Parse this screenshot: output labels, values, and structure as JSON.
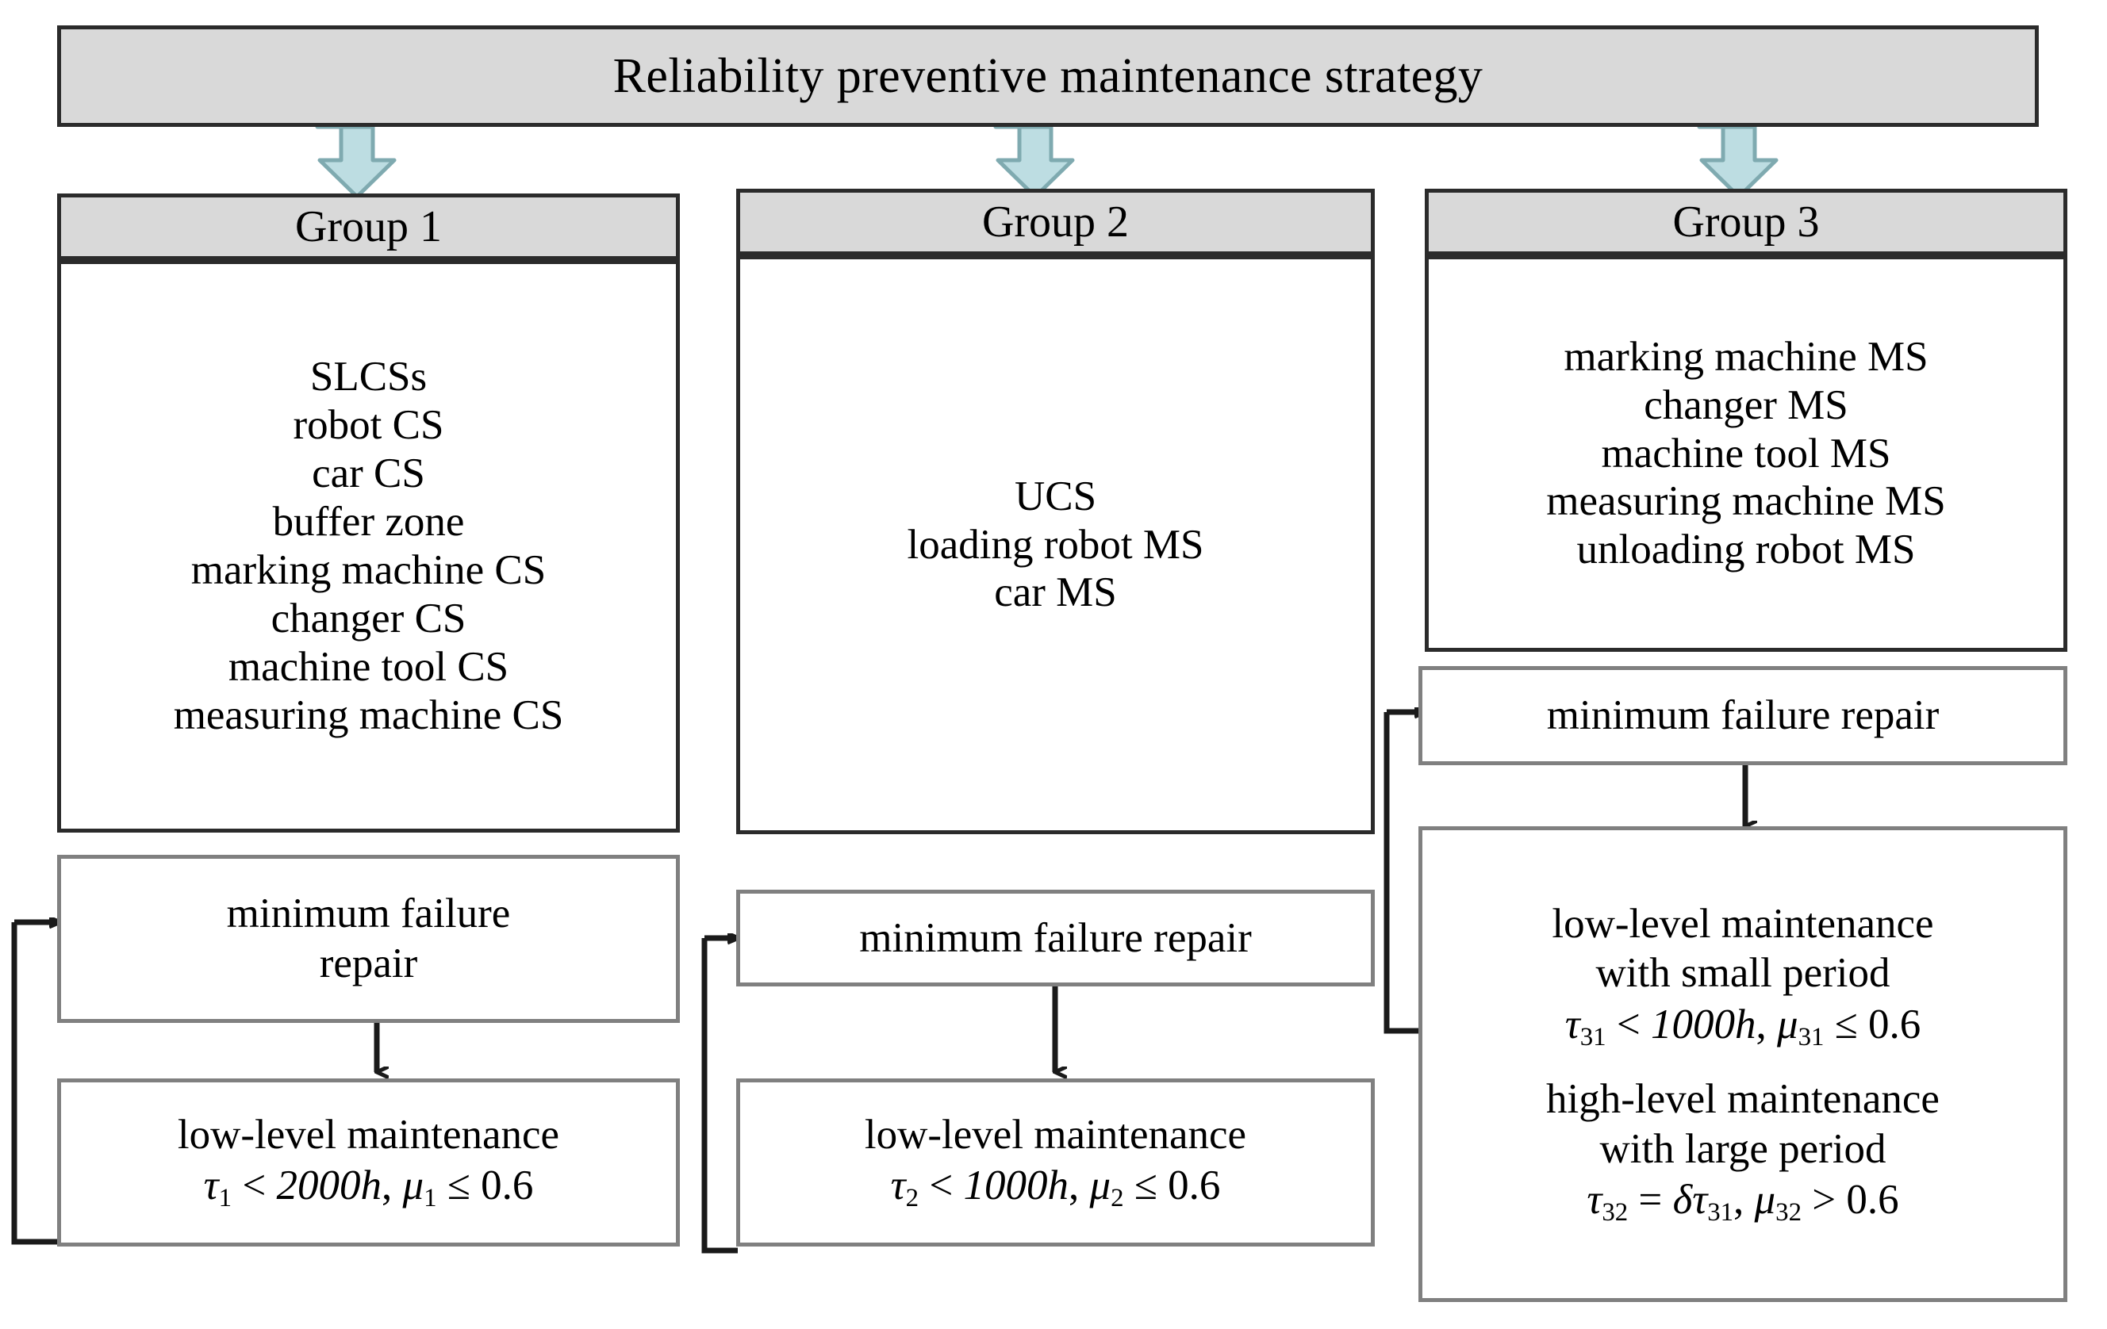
{
  "diagram": {
    "title": "Reliability preventive maintenance strategy",
    "colors": {
      "header_fill": "#d9d9d9",
      "header_stroke": "#2b2b2b",
      "subbox_stroke": "#808080",
      "arrow_fill": "#bdddE2",
      "arrow_stroke": "#7faab0",
      "connector": "#1a1a1a"
    },
    "groups": [
      {
        "header": "Group 1",
        "items": [
          "SLCSs",
          "robot CS",
          "car CS",
          "buffer zone",
          "marking machine CS",
          "changer CS",
          "machine tool CS",
          "measuring machine CS"
        ],
        "repair_box": {
          "line1": "minimum failure",
          "line2": "repair"
        },
        "maintenance_box": {
          "label": "low-level maintenance",
          "formula_plain": "τ₁ < 2000h, μ₁ ≤ 0.6",
          "tau_symbol": "τ",
          "tau_sub": "1",
          "tau_op": "<",
          "tau_value": "2000h",
          "mu_symbol": "μ",
          "mu_sub": "1",
          "mu_op": "≤",
          "mu_value": "0.6"
        }
      },
      {
        "header": "Group 2",
        "items": [
          "UCS",
          "loading robot MS",
          "car MS"
        ],
        "repair_box": {
          "line1": "minimum failure repair",
          "line2": ""
        },
        "maintenance_box": {
          "label": "low-level maintenance",
          "formula_plain": "τ₂ < 1000h, μ₂ ≤ 0.6",
          "tau_symbol": "τ",
          "tau_sub": "2",
          "tau_op": "<",
          "tau_value": "1000h",
          "mu_symbol": "μ",
          "mu_sub": "2",
          "mu_op": "≤",
          "mu_value": "0.6"
        }
      },
      {
        "header": "Group 3",
        "items": [
          "marking machine MS",
          "changer MS",
          "machine tool MS",
          "measuring machine MS",
          "unloading robot MS"
        ],
        "repair_box": {
          "line1": "minimum failure repair",
          "line2": ""
        },
        "maintenance_box": {
          "low_label_1": "low-level maintenance",
          "low_label_2": "with small period",
          "low_tau_symbol": "τ",
          "low_tau_sub": "31",
          "low_tau_op": "<",
          "low_tau_value": "1000h",
          "low_mu_symbol": "μ",
          "low_mu_sub": "31",
          "low_mu_op": "≤",
          "low_mu_value": "0.6",
          "low_formula_plain": "τ₃₁ < 1000h, μ₃₁ ≤ 0.6",
          "high_label_1": "high-level maintenance",
          "high_label_2": "with large period",
          "high_tau_symbol": "τ",
          "high_tau_sub": "32",
          "high_tau_op": "=",
          "high_delta": "δ",
          "high_tau2_symbol": "τ",
          "high_tau2_sub": "31",
          "high_mu_symbol": "μ",
          "high_mu_sub": "32",
          "high_mu_op": ">",
          "high_mu_value": "0.6",
          "high_formula_plain": "τ₃₂ = δτ₃₁, μ₃₂ > 0.6"
        }
      }
    ]
  }
}
